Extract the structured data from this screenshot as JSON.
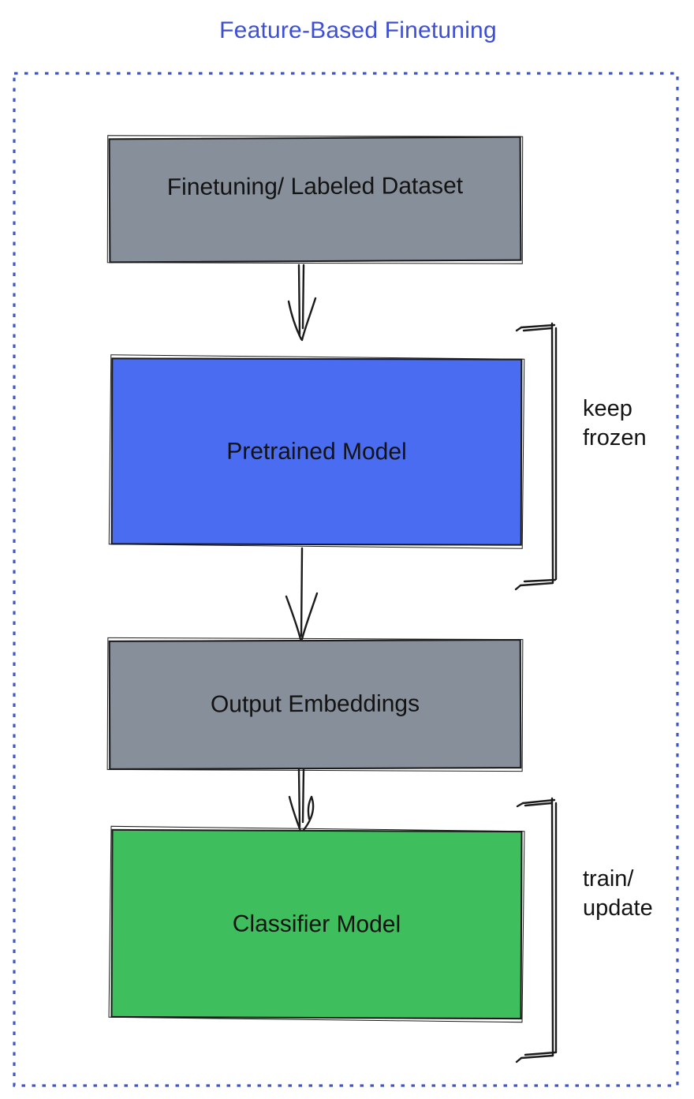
{
  "title": "Feature-Based Finetuning",
  "colors": {
    "title_blue": "#3D4FD6",
    "frame_dotted_blue": "#3F57C6",
    "box_gray": "#878F9A",
    "box_blue": "#4A6CF0",
    "box_green": "#3EBE5C",
    "ink_black": "#1B1B1B"
  },
  "boxes": [
    {
      "id": "dataset",
      "label": "Finetuning/ Labeled Dataset",
      "fill": "#878F9A"
    },
    {
      "id": "pretrained",
      "label": "Pretrained Model",
      "fill": "#4A6CF0"
    },
    {
      "id": "embeddings",
      "label": "Output Embeddings",
      "fill": "#878F9A"
    },
    {
      "id": "classifier",
      "label": "Classifier Model",
      "fill": "#3EBE5C"
    }
  ],
  "annotations": [
    {
      "id": "keep-frozen",
      "label": "keep\nfrozen",
      "attached_to": "Pretrained Model"
    },
    {
      "id": "train-update",
      "label": "train/\nupdate",
      "attached_to": "Classifier Model"
    }
  ],
  "flow": [
    "Finetuning/ Labeled Dataset",
    "Pretrained Model",
    "Output Embeddings",
    "Classifier Model"
  ]
}
